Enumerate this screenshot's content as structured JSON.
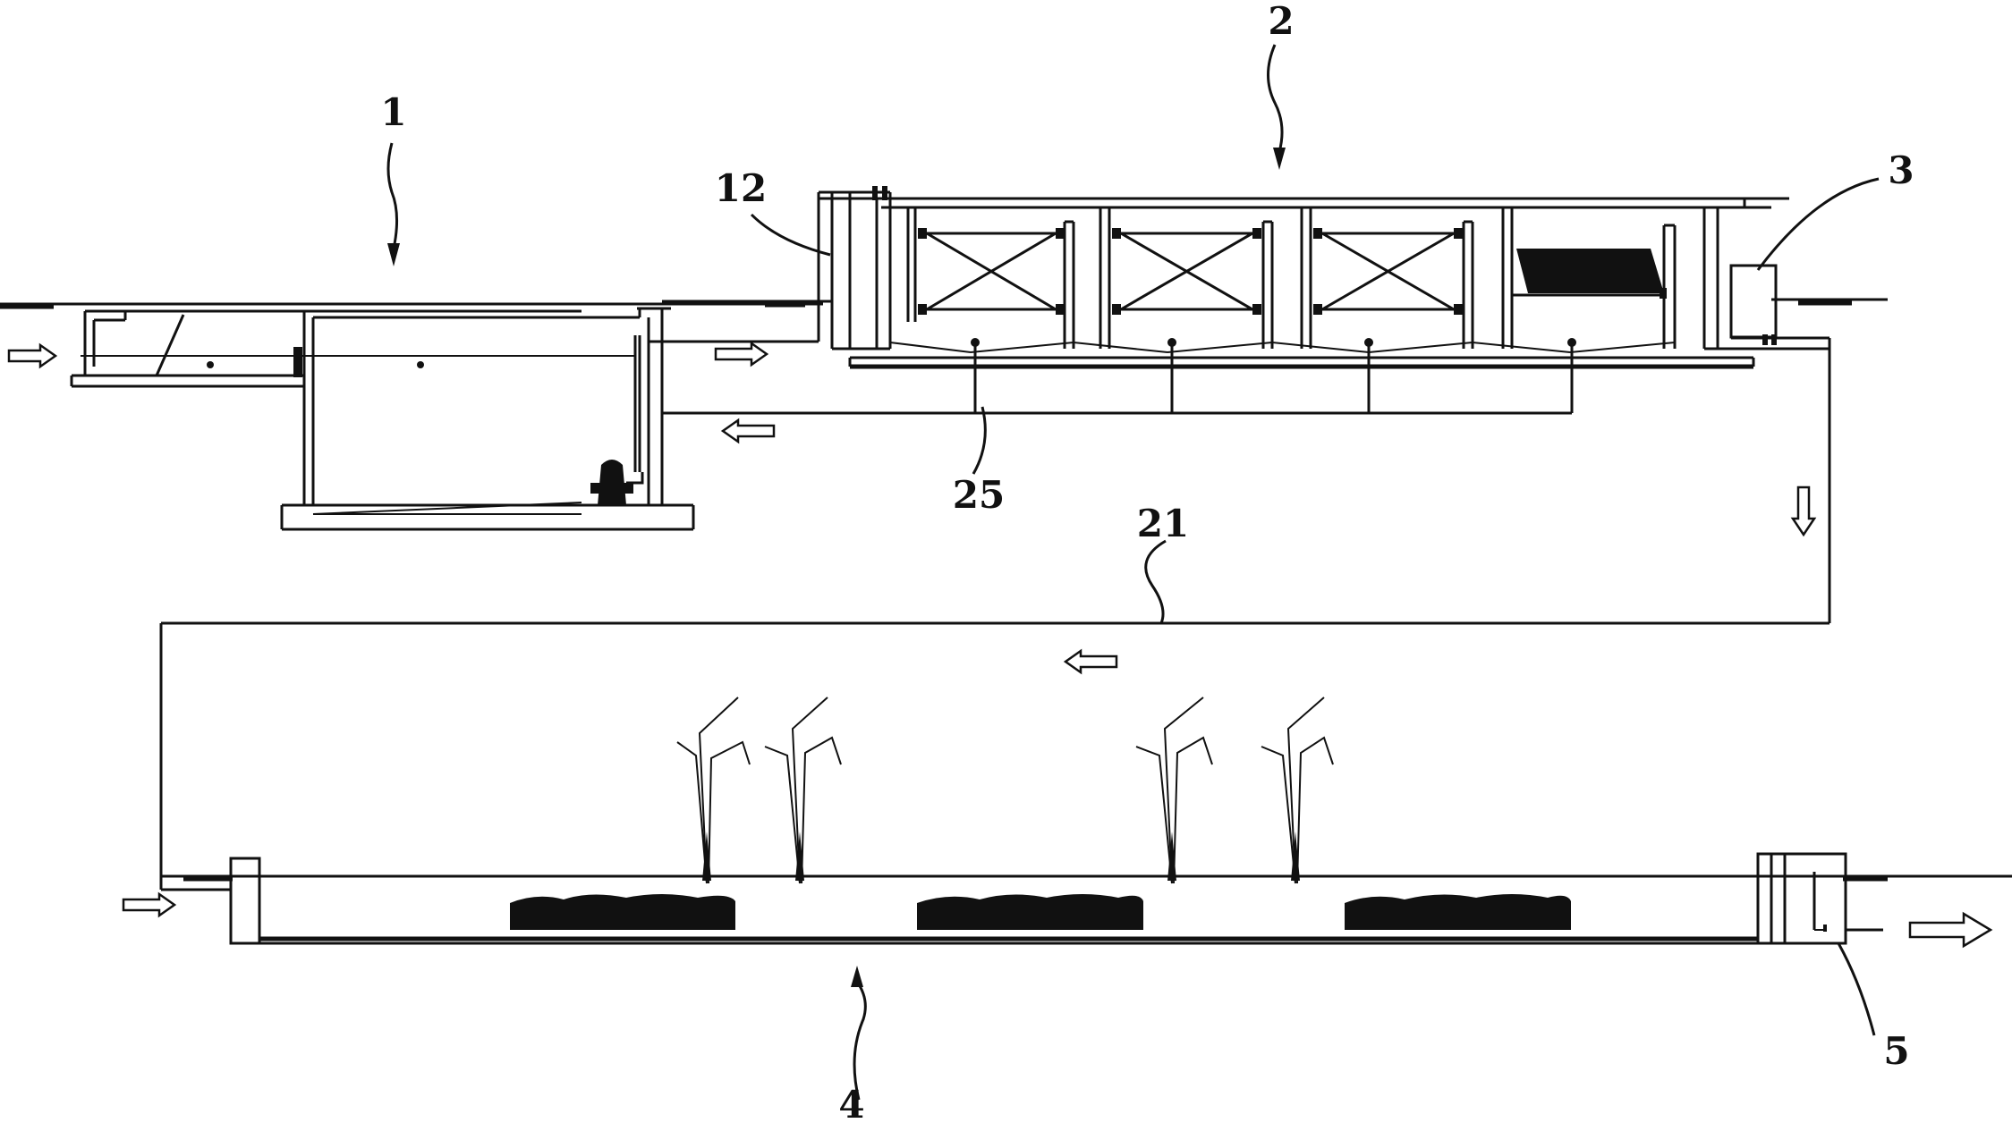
{
  "labels": {
    "l1": "1",
    "l2": "2",
    "l3": "3",
    "l4": "4",
    "l5": "5",
    "l12": "12",
    "l21": "21",
    "l25": "25"
  },
  "components": [
    {
      "id": "tank-1",
      "icon": "settling-tank"
    },
    {
      "id": "reactor-2",
      "icon": "multi-chamber-reactor"
    },
    {
      "id": "chamber-3",
      "icon": "outlet-box"
    },
    {
      "id": "wetland-4",
      "icon": "planted-wetland-bed"
    },
    {
      "id": "well-5",
      "icon": "outlet-well"
    },
    {
      "id": "pipe-21",
      "icon": "return-pipe"
    },
    {
      "id": "aeration-25",
      "icon": "aeration-manifold"
    }
  ],
  "colors": {
    "line": "#111111",
    "background": "#ffffff"
  }
}
